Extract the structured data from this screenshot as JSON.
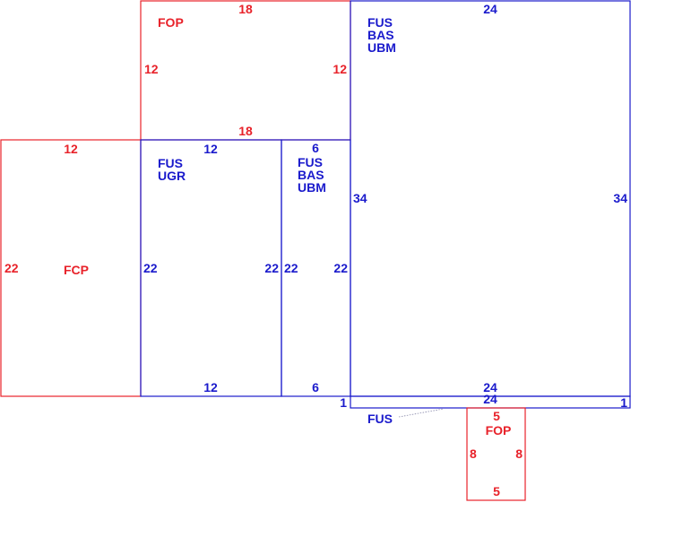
{
  "colors": {
    "red": "#e8222a",
    "blue": "#1a1acc",
    "background": "#ffffff"
  },
  "sketch": {
    "top_fop": {
      "code": "FOP",
      "top_dim": "18",
      "bottom_dim": "18",
      "left_dim": "12",
      "right_dim": "12"
    },
    "fcp": {
      "code": "FCP",
      "top_dim": "12",
      "left_dim": "22"
    },
    "fus_ugr": {
      "codes": [
        "FUS",
        "UGR"
      ],
      "top_dim": "12",
      "bottom_dim": "12",
      "left_dim": "22",
      "right_dim": "22"
    },
    "fus_bas_ubm_small": {
      "codes": [
        "FUS",
        "BAS",
        "UBM"
      ],
      "top_dim": "6",
      "bottom_dim": "6",
      "left_dim": "22",
      "right_dim": "22"
    },
    "fus_bas_ubm_large": {
      "codes": [
        "FUS",
        "BAS",
        "UBM"
      ],
      "top_dim": "24",
      "bottom_dim": "24",
      "left_dim": "34",
      "right_dim": "34"
    },
    "fus_strip": {
      "code": "FUS",
      "top_dim": "24",
      "left_dim": "1",
      "right_dim": "1"
    },
    "bottom_fop": {
      "code": "FOP",
      "top_dim": "5",
      "bottom_dim": "5",
      "left_dim": "8",
      "right_dim": "8"
    }
  }
}
